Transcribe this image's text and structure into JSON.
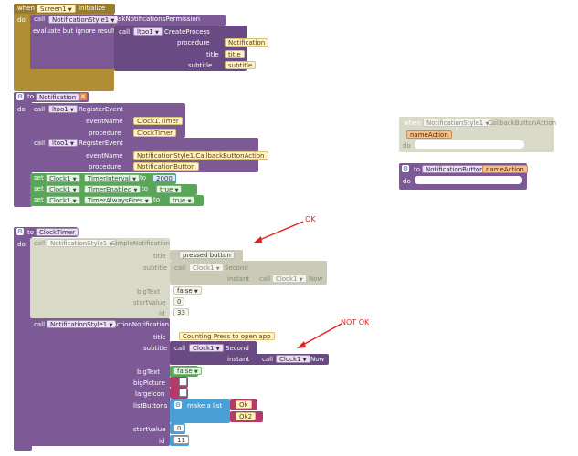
{
  "block1": {
    "when": "when",
    "component": "Screen1",
    "event": "Initialize",
    "do": "do",
    "call": "call",
    "comp2": "NotificationStyle1",
    "method": "AskNotificationsPermission",
    "eval_label": "evaluate but ignore result",
    "comp3": "ltoo1",
    "method2": "CreateProcess",
    "params": [
      "procedure",
      "title",
      "subtitle"
    ],
    "values": [
      "Notification",
      "title",
      "subtitle"
    ]
  },
  "block2": {
    "to": "to",
    "name": "Notification",
    "do": "do",
    "call": "call",
    "comp": "ltoo1",
    "reg": "RegisterEvent",
    "eventName_label": "eventName",
    "procedure_label": "procedure",
    "ev1": "Clock1.Timer",
    "proc1": "ClockTimer",
    "ev2": "NotificationStyle1.CallbackButtonAction",
    "proc2": "NotificationButton",
    "sets": [
      {
        "set": "set",
        "comp": "Clock1",
        "prop": "TimerInterval",
        "to": "to",
        "val": "2000"
      },
      {
        "set": "set",
        "comp": "Clock1",
        "prop": "TimerEnabled",
        "to": "to",
        "val": "true"
      },
      {
        "set": "set",
        "comp": "Clock1",
        "prop": "TimerAlwaysFires",
        "to": "to",
        "val": "true"
      }
    ]
  },
  "block3": {
    "when": "when",
    "comp": "NotificationStyle1",
    "event": "CallbackButtonAction",
    "param": "nameAction",
    "do": "do"
  },
  "block4": {
    "to": "to",
    "name": "NotificationButton",
    "param": "nameAction",
    "do": "do"
  },
  "block5": {
    "to": "to",
    "name": "ClockTimer",
    "do": "do",
    "call": "call",
    "comp": "NotificationStyle1",
    "simple": "SimpleNotification",
    "title_label": "title",
    "title_val": "pressed button",
    "subtitle_label": "subtitle",
    "sub_call": "call",
    "sub_comp": "Clock1",
    "sub_method": "Second",
    "instant_label": "instant",
    "inst_call": "call",
    "inst_comp": "Clock1",
    "inst_method": "Now",
    "bigText_label": "bigText",
    "bigText_val": "false",
    "startValue_label": "startValue",
    "startValue_val": "0",
    "id_label": "id",
    "id_val": "33",
    "action": "ActionNotification",
    "a_title_val": "Counting Press to open app",
    "a_sub_method": "Second",
    "a_bigText_val": "false",
    "bigPicture_label": "bigPicture",
    "largeIcon_label": "largeIcon",
    "listButtons_label": "listButtons",
    "make_list": "make a list",
    "btn1": "Ok",
    "btn2": "Ok2",
    "a_startValue_val": "0",
    "a_id_val": "11"
  },
  "annotations": {
    "ok": "OK",
    "not_ok": "NOT OK"
  },
  "colors": {
    "event": "#b18e35",
    "procedure": "#7d5a95",
    "disabled": "#d9d9c7",
    "logic": "#5ba55b",
    "list": "#4a9fd6",
    "annotation": "#e02020"
  }
}
